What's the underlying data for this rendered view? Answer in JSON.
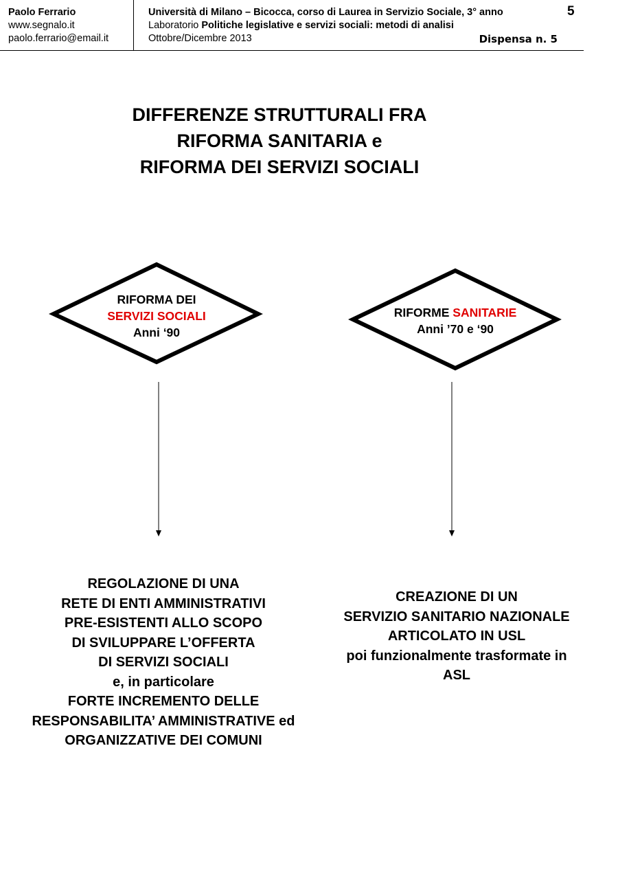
{
  "header": {
    "author": "Paolo Ferrario",
    "website": "www.segnalo.it",
    "email": "paolo.ferrario@email.it",
    "course_line": "Università di Milano – Bicocca, corso di  Laurea in Servizio Sociale, 3° anno",
    "lab_prefix": "Laboratorio ",
    "lab_title": "Politiche legislative e servizi sociali: metodi di analisi",
    "period": "Ottobre/Dicembre 2013",
    "page_number": "5",
    "handout": "Dispensa n. 5"
  },
  "title": {
    "line1": "DIFFERENZE STRUTTURALI FRA",
    "line2": "RIFORMA SANITARIA e",
    "line3": "RIFORMA DEI SERVIZI SOCIALI"
  },
  "left": {
    "diamond_line1": "RIFORMA DEI",
    "diamond_line2": "SERVIZI SOCIALI",
    "diamond_line3": "Anni ‘90",
    "lines": [
      "REGOLAZIONE DI UNA",
      "RETE DI ENTI AMMINISTRATIVI",
      "PRE-ESISTENTI ALLO SCOPO",
      "DI SVILUPPARE L’OFFERTA",
      "DI SERVIZI SOCIALI",
      "e, in particolare",
      "FORTE INCREMENTO DELLE",
      "RESPONSABILITA’ AMMINISTRATIVE ed",
      "ORGANIZZATIVE DEI COMUNI"
    ]
  },
  "right": {
    "diamond_prefix": "RIFORME ",
    "diamond_red": "SANITARIE",
    "diamond_line2": "Anni ’70 e ‘90",
    "lines": [
      "CREAZIONE DI UN",
      "SERVIZIO SANITARIO NAZIONALE",
      "ARTICOLATO IN USL",
      "poi funzionalmente trasformate in",
      "ASL"
    ]
  },
  "colors": {
    "accent_red": "#e00000"
  }
}
